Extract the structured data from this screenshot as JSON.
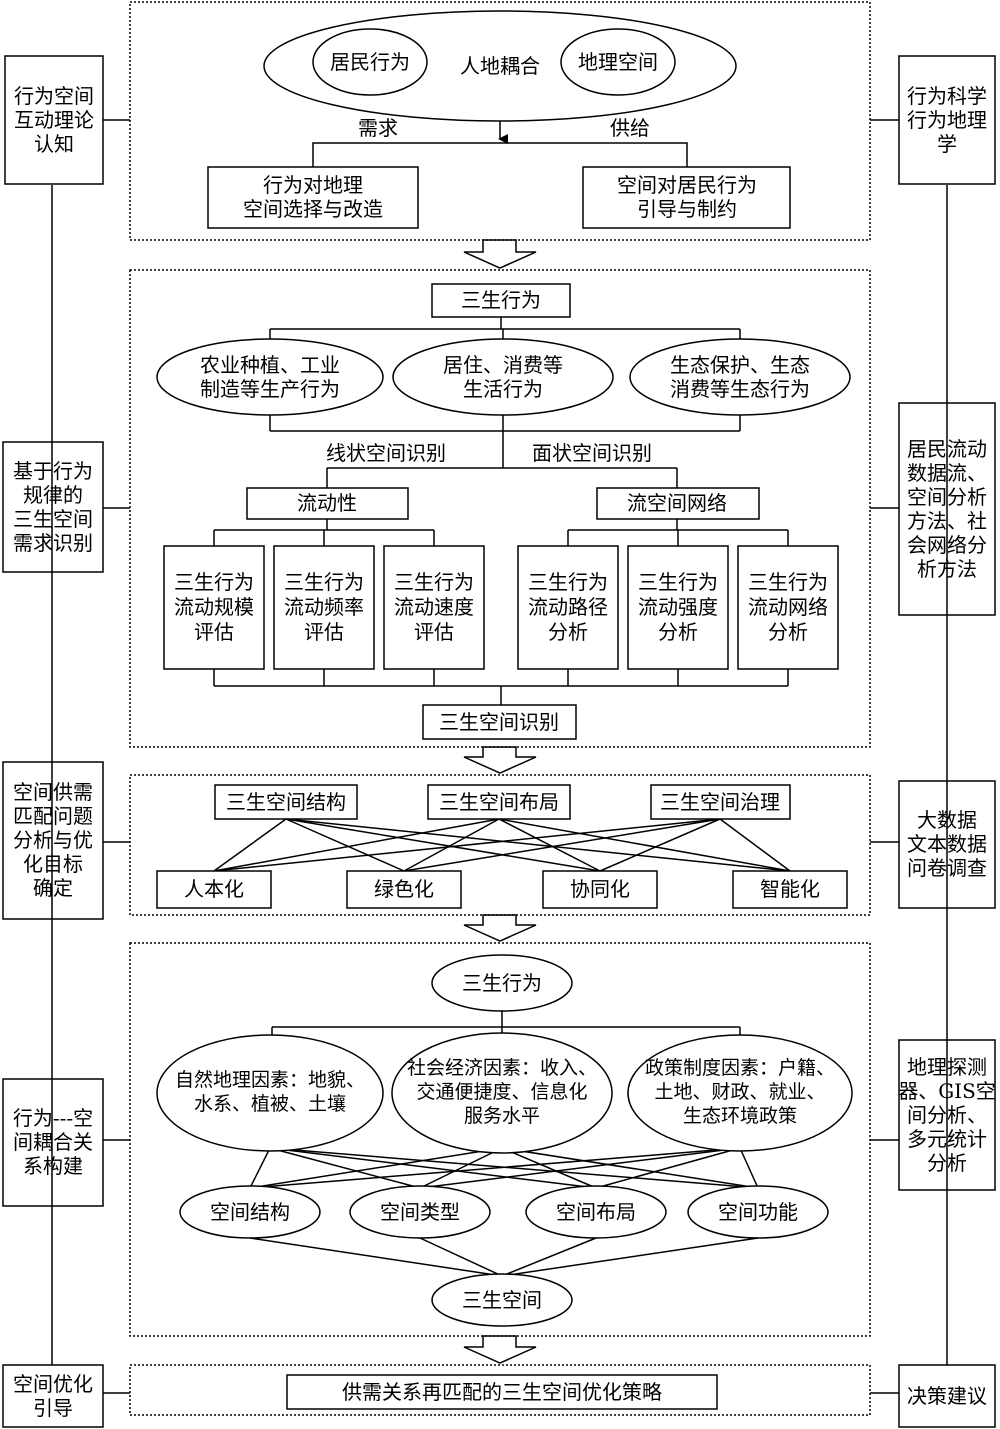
{
  "left_sidebar": [
    {
      "lines": [
        "行为空间",
        "互动理论",
        "认知"
      ]
    },
    {
      "lines": [
        "基于行为",
        "规律的",
        "三生空间",
        "需求识别"
      ]
    },
    {
      "lines": [
        "空间供需",
        "匹配问题",
        "分析与优",
        "化目标",
        "确定"
      ]
    },
    {
      "lines": [
        "行为---空",
        "间耦合关",
        "系构建"
      ]
    },
    {
      "lines": [
        "空间优化",
        "引导"
      ]
    }
  ],
  "right_sidebar": [
    {
      "lines": [
        "行为科学",
        "行为地理",
        "学"
      ]
    },
    {
      "lines": [
        "居民流动",
        "数据流、",
        "空间分析",
        "方法、社",
        "会网络分",
        "析方法"
      ]
    },
    {
      "lines": [
        "大数据",
        "文本数据",
        "问卷调查"
      ]
    },
    {
      "lines": [
        "地理探测",
        "器、GIS空",
        "间分析、",
        "多元统计",
        "分析"
      ]
    },
    {
      "lines": [
        "决策建议"
      ]
    }
  ],
  "section1": {
    "resident_behavior": "居民行为",
    "coupling": "人地耦合",
    "geo_space": "地理空间",
    "demand": "需求",
    "supply": "供给",
    "box_left": [
      "行为对地理",
      "空间选择与改造"
    ],
    "box_right": [
      "空间对居民行为",
      "引导与制约"
    ]
  },
  "section2": {
    "top": "三生行为",
    "ellipses": [
      [
        "农业种植、工业",
        "制造等生产行为"
      ],
      [
        "居住、消费等",
        "生活行为"
      ],
      [
        "生态保护、生态",
        "消费等生态行为"
      ]
    ],
    "line_label": "线状空间识别",
    "area_label": "面状空间识别",
    "flow": "流动性",
    "network": "流空间网络",
    "boxes": [
      [
        "三生行为",
        "流动规模",
        "评估"
      ],
      [
        "三生行为",
        "流动频率",
        "评估"
      ],
      [
        "三生行为",
        "流动速度",
        "评估"
      ],
      [
        "三生行为",
        "流动路径",
        "分析"
      ],
      [
        "三生行为",
        "流动强度",
        "分析"
      ],
      [
        "三生行为",
        "流动网络",
        "分析"
      ]
    ],
    "bottom": "三生空间识别"
  },
  "section3": {
    "top": [
      "三生空间结构",
      "三生空间布局",
      "三生空间治理"
    ],
    "bottom": [
      "人本化",
      "绿色化",
      "协同化",
      "智能化"
    ]
  },
  "section4": {
    "top": "三生行为",
    "factors": [
      [
        "自然地理因素：地貌、",
        "水系、植被、土壤"
      ],
      [
        "社会经济因素：收入、",
        "交通便捷度、信息化",
        "服务水平"
      ],
      [
        "政策制度因素：户籍、",
        "土地、财政、就业、",
        "生态环境政策"
      ]
    ],
    "spaces": [
      "空间结构",
      "空间类型",
      "空间布局",
      "空间功能"
    ],
    "bottom": "三生空间"
  },
  "section5": {
    "text": "供需关系再匹配的三生空间优化策略"
  }
}
